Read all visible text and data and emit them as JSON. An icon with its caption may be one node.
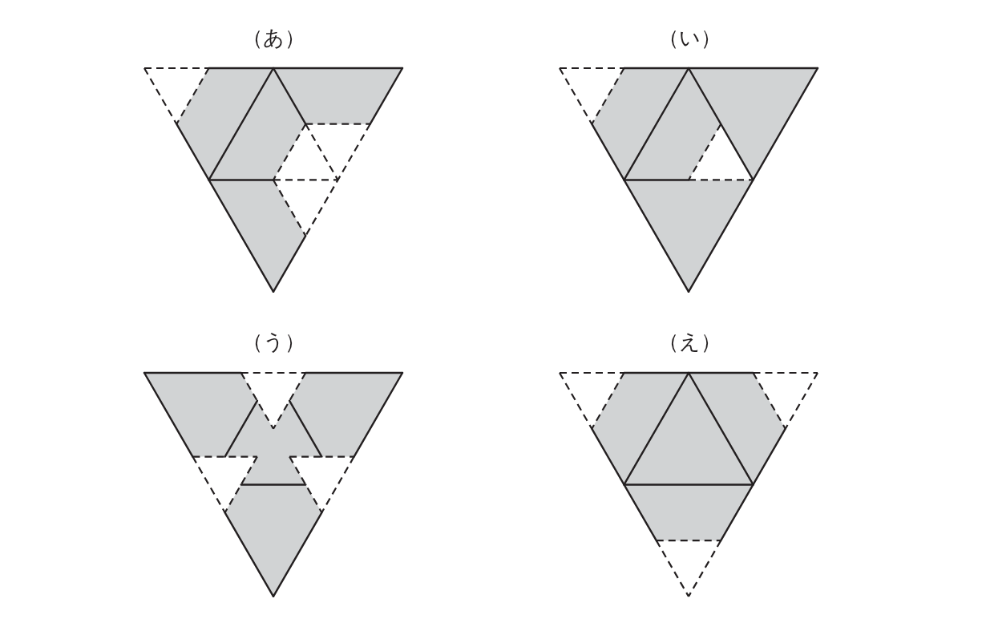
{
  "diagram": {
    "labels": [
      "（あ）",
      "（い）",
      "（う）",
      "（え）"
    ]
  }
}
